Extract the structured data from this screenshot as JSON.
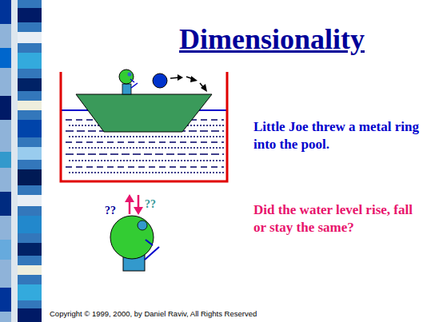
{
  "diagram": {
    "title": "Dimensionality",
    "labels": [
      "Little Joe threw a metal ring into the pool.",
      "Did the water level rise, fall or stay the same?",
      "??",
      "??",
      "Copyright © 1999, 2000, by Daniel Raviv, All Rights Reserved"
    ]
  }
}
